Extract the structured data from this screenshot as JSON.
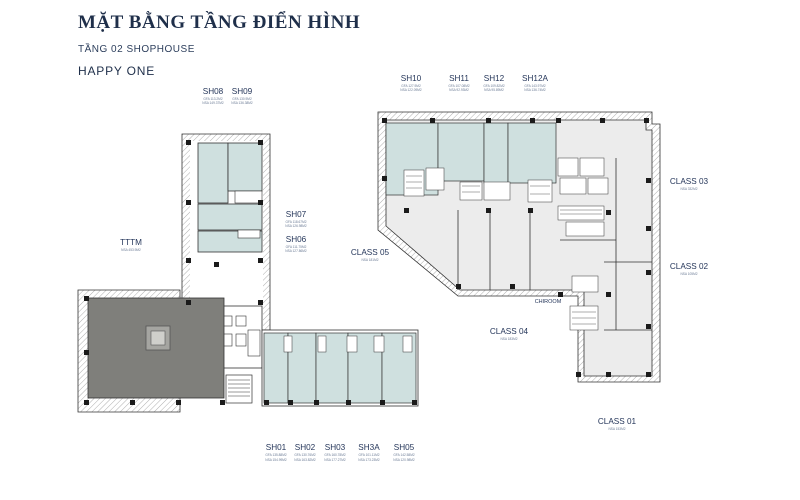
{
  "header": {
    "title": "MẶT BẰNG TẦNG ĐIỂN HÌNH",
    "subtitle": "TẦNG 02 SHOPHOUSE",
    "project": "HAPPY ONE"
  },
  "units": {
    "sh08": {
      "name": "SH08",
      "line1": "GFA 113.2M2",
      "line2": "NSA 149.37M2"
    },
    "sh09": {
      "name": "SH09",
      "line1": "GFA 130.9M2",
      "line2": "NSA 136.38M2"
    },
    "sh07": {
      "name": "SH07",
      "line1": "GFA 118.67M2",
      "line2": "NSA 126.98M2"
    },
    "sh06": {
      "name": "SH06",
      "line1": "GFA 111.75M2",
      "line2": "NSA 127.86M2"
    },
    "tttm": {
      "name": "TTTM",
      "line1": "NSA 453.9M2",
      "line2": ""
    },
    "sh10": {
      "name": "SH10",
      "line1": "GFA 127.9M2",
      "line2": "NSA 122.09M2"
    },
    "sh11": {
      "name": "SH11",
      "line1": "GFA 107.08M2",
      "line2": "NSA 92.93M2"
    },
    "sh12": {
      "name": "SH12",
      "line1": "GFA 109.82M2",
      "line2": "NSA 95.89M2"
    },
    "sh12a": {
      "name": "SH12A",
      "line1": "GFA 143.97M2",
      "line2": "NSA 136.74M2"
    },
    "class03": {
      "name": "CLASS 03",
      "line1": "NSA 332M2",
      "line2": ""
    },
    "class05": {
      "name": "CLASS 05",
      "line1": "NSA 181M2",
      "line2": ""
    },
    "class02": {
      "name": "CLASS 02",
      "line1": "NSA 105M2",
      "line2": ""
    },
    "class04": {
      "name": "CLASS 04",
      "line1": "NSA 183M2",
      "line2": ""
    },
    "class01": {
      "name": "CLASS 01",
      "line1": "NSA 153M2",
      "line2": ""
    },
    "sh01": {
      "name": "SH01",
      "line1": "GFA 135.88M2",
      "line2": "NSA 154.99M2"
    },
    "sh02": {
      "name": "SH02",
      "line1": "GFA 130.76M2",
      "line2": "NSA 163.82M2"
    },
    "sh03": {
      "name": "SH03",
      "line1": "GFA 160.78M2",
      "line2": "NSA 177.27M2"
    },
    "sh3a": {
      "name": "SH3A",
      "line1": "GFA 101.11M2",
      "line2": "NSA 173.23M2"
    },
    "sh05": {
      "name": "SH05",
      "line1": "GFA 142.58M2",
      "line2": "NSA 120.98M2"
    }
  },
  "rooms": {
    "chiroom": "CHIROOM"
  },
  "colors": {
    "title": "#1f2f4a",
    "shophouse_fill": "#cfe0df",
    "tttm_fill": "#7f7f7b",
    "class_fill": "#ececec",
    "wall": "#1b1b1b"
  }
}
